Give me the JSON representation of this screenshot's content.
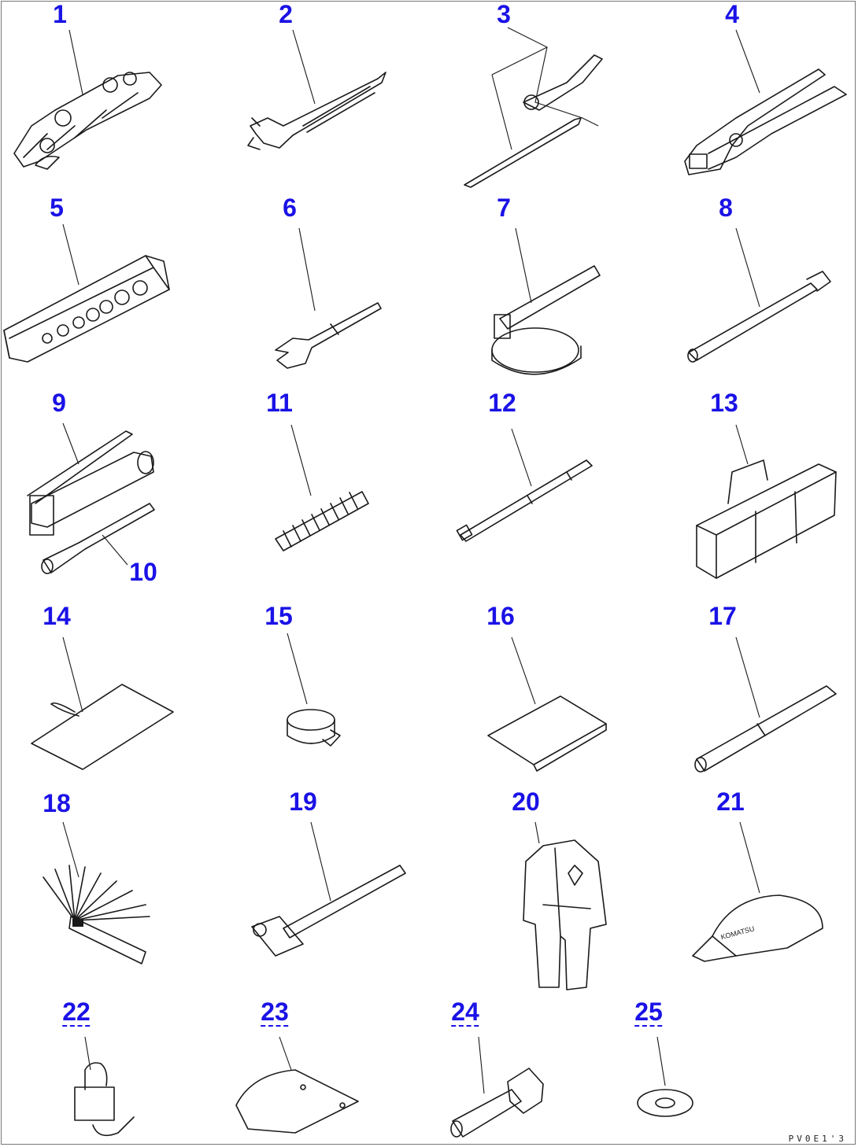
{
  "numbers": [
    "1",
    "2",
    "3",
    "4",
    "5",
    "6",
    "7",
    "8",
    "9",
    "10",
    "11",
    "12",
    "13",
    "14",
    "15",
    "16",
    "17",
    "18",
    "19",
    "20",
    "21",
    "22",
    "23",
    "24",
    "25"
  ],
  "items": {
    "1": "wrench-set-icon",
    "2": "adjustable-wrench-icon",
    "3": "screwdriver-set-icon",
    "4": "pliers-icon",
    "5": "socket-set-icon",
    "6": "open-end-wrench-icon",
    "7": "filter-wrench-icon",
    "8": "extension-bar-icon",
    "9": "grease-gun-icon",
    "10": "grease-nozzle-icon",
    "11": "spring-icon",
    "12": "long-rod-icon",
    "13": "tool-bag-icon",
    "14": "tag-card-icon",
    "15": "hose-clamp-icon",
    "16": "manual-booklet-icon",
    "17": "pipe-handle-icon",
    "18": "feeler-gauge-icon",
    "19": "hammer-icon",
    "20": "coveralls-icon",
    "21": "cap-icon",
    "22": "padlock-icon",
    "23": "cover-plate-icon",
    "24": "bolt-icon",
    "25": "washer-icon"
  },
  "cap_text": "KOMATSU",
  "drawing_code": "PV0E1'3",
  "colors": {
    "number": "#1a12e6",
    "line": "#1a1a1a",
    "background": "#ffffff"
  }
}
